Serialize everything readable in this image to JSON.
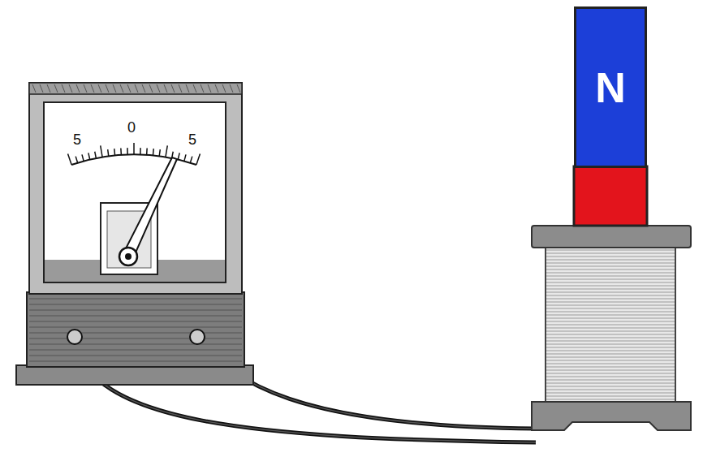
{
  "diagram": {
    "nodes": [
      {
        "text": [
          "N"
        ]
      }
    ],
    "labels": [
      "5",
      "0",
      "5"
    ]
  }
}
